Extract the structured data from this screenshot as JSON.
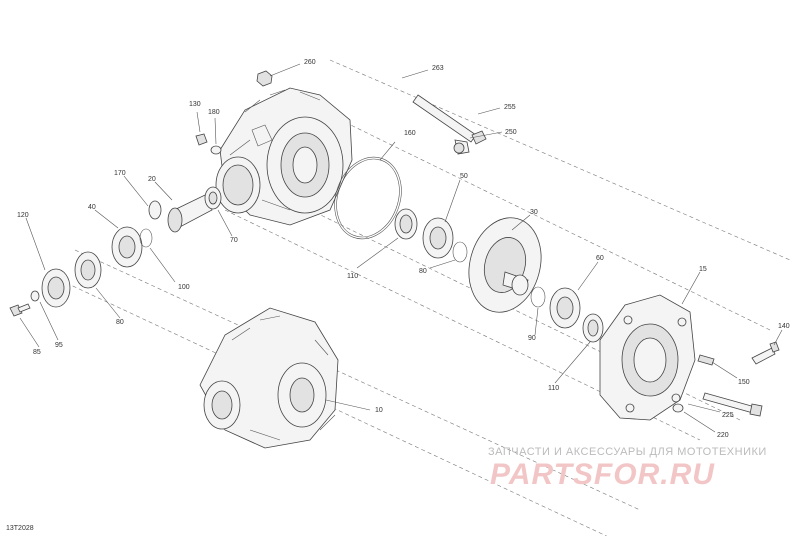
{
  "diagram": {
    "callouts": [
      "260",
      "263",
      "255",
      "250",
      "130",
      "180",
      "160",
      "170",
      "20",
      "50",
      "120",
      "40",
      "70",
      "30",
      "110",
      "80",
      "100",
      "60",
      "15",
      "90",
      "80",
      "95",
      "85",
      "140",
      "150",
      "110",
      "10",
      "225",
      "220"
    ],
    "figure_ref": "13T2028"
  },
  "watermark": {
    "tagline": "ЗАПЧАСТИ И АКСЕССУАРЫ ДЛЯ МОТОТЕХНИКИ",
    "logo_text": "PARTSFOR.RU"
  }
}
